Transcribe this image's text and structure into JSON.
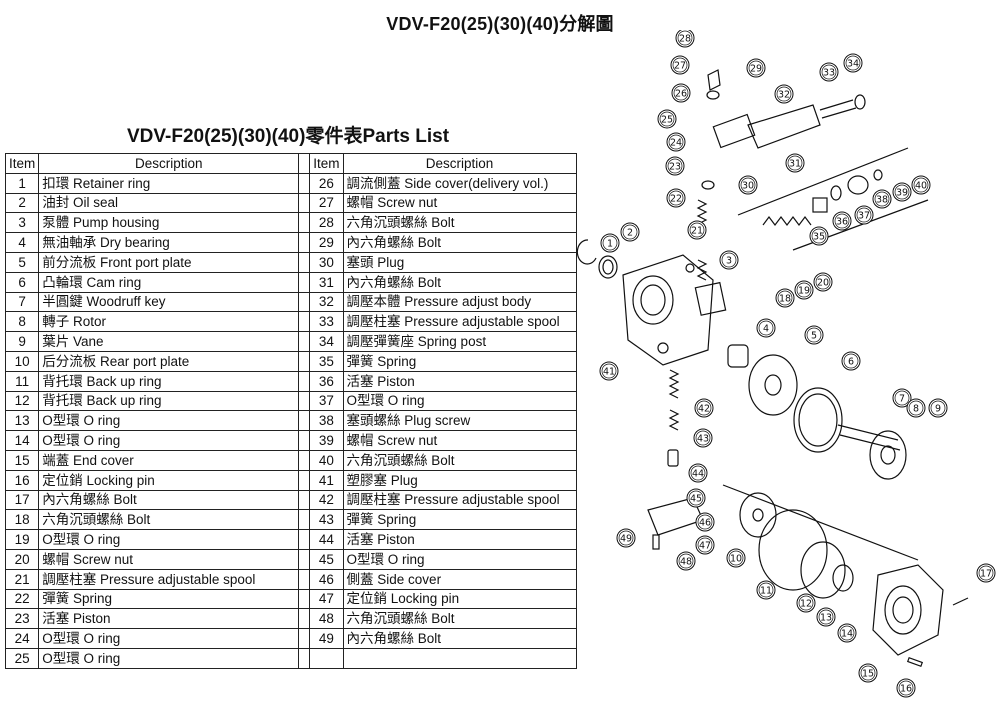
{
  "title": "VDV-F20(25)(30)(40)分解圖",
  "subtitle": "VDV-F20(25)(30)(40)零件表Parts List",
  "table": {
    "header": {
      "item": "Item",
      "description": "Description"
    },
    "left": [
      {
        "item": "1",
        "description": "扣環 Retainer ring"
      },
      {
        "item": "2",
        "description": "油封 Oil seal"
      },
      {
        "item": "3",
        "description": "泵體 Pump housing"
      },
      {
        "item": "4",
        "description": "無油軸承 Dry bearing"
      },
      {
        "item": "5",
        "description": "前分流板 Front port plate"
      },
      {
        "item": "6",
        "description": "凸輪環 Cam ring"
      },
      {
        "item": "7",
        "description": "半圓鍵 Woodruff key"
      },
      {
        "item": "8",
        "description": "轉子 Rotor"
      },
      {
        "item": "9",
        "description": "葉片 Vane"
      },
      {
        "item": "10",
        "description": "后分流板 Rear port plate"
      },
      {
        "item": "11",
        "description": "背托環 Back up ring"
      },
      {
        "item": "12",
        "description": "背托環 Back up ring"
      },
      {
        "item": "13",
        "description": "O型環 O ring"
      },
      {
        "item": "14",
        "description": "O型環 O ring"
      },
      {
        "item": "15",
        "description": "端蓋 End cover"
      },
      {
        "item": "16",
        "description": "定位銷 Locking pin"
      },
      {
        "item": "17",
        "description": "內六角螺絲 Bolt"
      },
      {
        "item": "18",
        "description": "六角沉頭螺絲 Bolt"
      },
      {
        "item": "19",
        "description": "O型環 O ring"
      },
      {
        "item": "20",
        "description": "螺帽 Screw nut"
      },
      {
        "item": "21",
        "description": "調壓柱塞 Pressure adjustable spool"
      },
      {
        "item": "22",
        "description": "彈簧 Spring"
      },
      {
        "item": "23",
        "description": "活塞 Piston"
      },
      {
        "item": "24",
        "description": "O型環 O ring"
      },
      {
        "item": "25",
        "description": "O型環 O ring"
      }
    ],
    "right": [
      {
        "item": "26",
        "description": "調流側蓋 Side cover(delivery vol.)"
      },
      {
        "item": "27",
        "description": "螺帽 Screw nut"
      },
      {
        "item": "28",
        "description": "六角沉頭螺絲 Bolt"
      },
      {
        "item": "29",
        "description": "內六角螺絲 Bolt"
      },
      {
        "item": "30",
        "description": "塞頭 Plug"
      },
      {
        "item": "31",
        "description": "內六角螺絲 Bolt"
      },
      {
        "item": "32",
        "description": "調壓本體 Pressure adjust body"
      },
      {
        "item": "33",
        "description": "調壓柱塞 Pressure adjustable spool"
      },
      {
        "item": "34",
        "description": "調壓彈簧座 Spring post"
      },
      {
        "item": "35",
        "description": "彈簧 Spring"
      },
      {
        "item": "36",
        "description": "活塞 Piston"
      },
      {
        "item": "37",
        "description": "O型環 O ring"
      },
      {
        "item": "38",
        "description": "塞頭螺絲 Plug screw"
      },
      {
        "item": "39",
        "description": "螺帽 Screw nut"
      },
      {
        "item": "40",
        "description": "六角沉頭螺絲 Bolt"
      },
      {
        "item": "41",
        "description": "塑膠塞 Plug"
      },
      {
        "item": "42",
        "description": "調壓柱塞 Pressure adjustable spool"
      },
      {
        "item": "43",
        "description": "彈簧 Spring"
      },
      {
        "item": "44",
        "description": "活塞 Piston"
      },
      {
        "item": "45",
        "description": "O型環 O ring"
      },
      {
        "item": "46",
        "description": "側蓋 Side cover"
      },
      {
        "item": "47",
        "description": "定位銷 Locking pin"
      },
      {
        "item": "48",
        "description": "六角沉頭螺絲 Bolt"
      },
      {
        "item": "49",
        "description": "內六角螺絲 Bolt"
      },
      {
        "item": "",
        "description": ""
      }
    ]
  },
  "callouts": [
    "1",
    "2",
    "3",
    "4",
    "5",
    "6",
    "7",
    "8",
    "9",
    "10",
    "11",
    "12",
    "13",
    "14",
    "15",
    "16",
    "17",
    "18",
    "19",
    "20",
    "21",
    "22",
    "23",
    "24",
    "25",
    "26",
    "27",
    "28",
    "29",
    "30",
    "31",
    "32",
    "33",
    "34",
    "35",
    "36",
    "37",
    "38",
    "39",
    "40",
    "41",
    "42",
    "43",
    "44",
    "45",
    "46",
    "47",
    "48",
    "49"
  ]
}
